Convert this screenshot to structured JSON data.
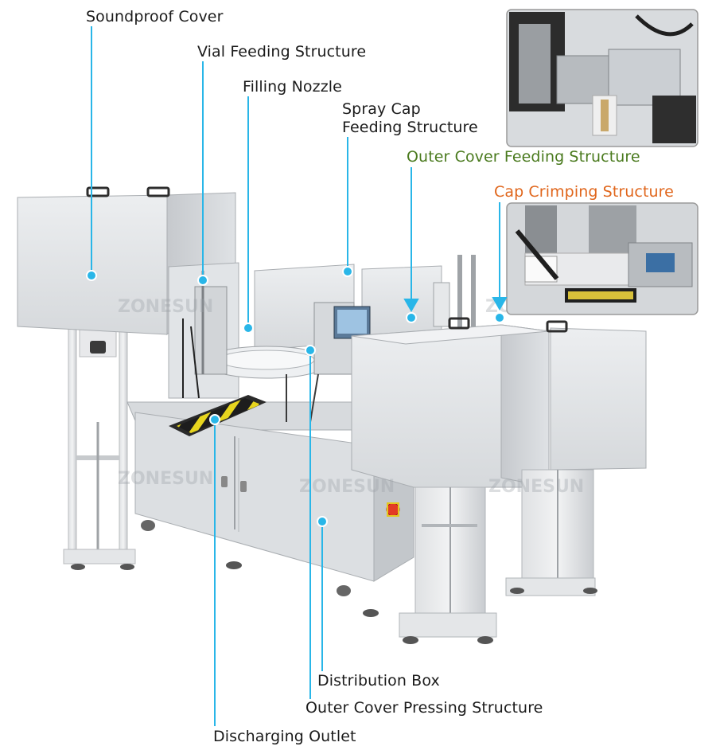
{
  "labels": {
    "soundproof_cover": "Soundproof Cover",
    "vial_feeding": "Vial Feeding Structure",
    "filling_nozzle": "Filling Nozzle",
    "spray_cap_line1": "Spray Cap",
    "spray_cap_line2": "Feeding Structure",
    "outer_cover_feeding": "Outer Cover Feeding Structure",
    "cap_crimping": "Cap Crimping Structure",
    "distribution_box": "Distribution Box",
    "outer_cover_pressing": "Outer Cover Pressing Structure",
    "discharging_outlet": "Discharging Outlet"
  },
  "watermark": "ZONESUN",
  "colors": {
    "pointer": "#29b6e8",
    "label_text": "#1b1b1b",
    "label_green": "#4a7a1e",
    "label_orange": "#e0661c",
    "machine_panel": "#e4e6e8",
    "machine_shadow": "#b9bdc1",
    "frame_steel": "#cfd2d5"
  }
}
